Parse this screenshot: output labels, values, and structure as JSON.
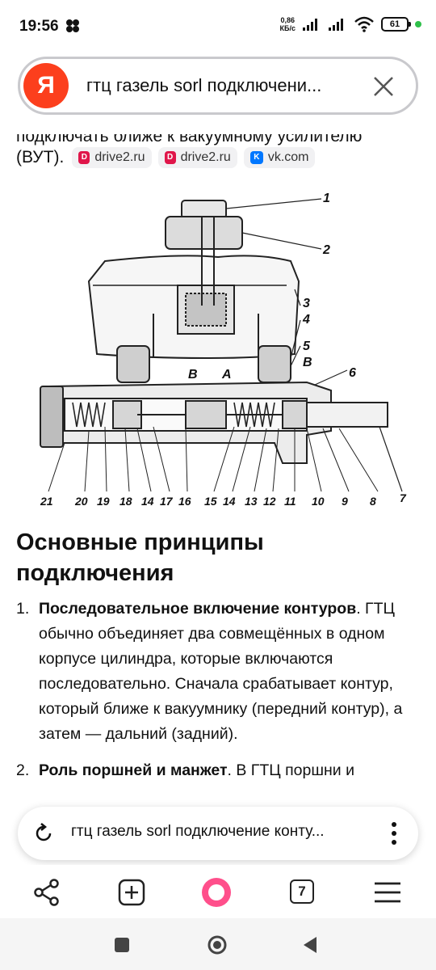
{
  "status": {
    "time": "19:56",
    "net_speed_value": "0,86",
    "net_speed_unit": "КБ/с",
    "battery": "61"
  },
  "search": {
    "logo": "Я",
    "query": "гтц газель sorl подключени..."
  },
  "answer": {
    "prev_line": "подключать ближе к вакуумному усилителю",
    "prev_lead": "(ВУТ).",
    "sources": [
      {
        "label": "drive2.ru",
        "icon": "drive2-icon"
      },
      {
        "label": "drive2.ru",
        "icon": "drive2-icon"
      },
      {
        "label": "vk.com",
        "icon": "vk-icon"
      }
    ]
  },
  "diagram": {
    "callouts_right": [
      "1",
      "2",
      "3",
      "4",
      "5",
      "В",
      "6"
    ],
    "callouts_bottom": [
      "21",
      "20",
      "19",
      "18",
      "14",
      "17",
      "16",
      "15",
      "14",
      "13",
      "12",
      "11",
      "10",
      "9",
      "8",
      "7"
    ],
    "inner_labels": [
      "В",
      "А"
    ]
  },
  "section": {
    "title": "Основные принципы подключения"
  },
  "list": [
    {
      "num": "1.",
      "bold": "Последовательное включение контуров",
      "text": ". ГТЦ обычно объединяет два совмещённых в одном корпусе цилиндра, которые включаются последовательно. Сначала срабатывает контур, который ближе к вакуумнику (передний контур), а затем — дальний (задний)."
    },
    {
      "num": "2.",
      "bold": "Роль поршней и манжет",
      "text": ". В ГТЦ поршни и"
    }
  ],
  "bottom_bar": {
    "query": "гтц газель sorl подключение конту..."
  },
  "toolbar": {
    "tabs_count": "7"
  },
  "colors": {
    "yandex_red": "#fc3f1d",
    "alice_pink": "#ff4f8b",
    "drive2_red": "#e0164a",
    "vk_blue": "#0077ff"
  }
}
